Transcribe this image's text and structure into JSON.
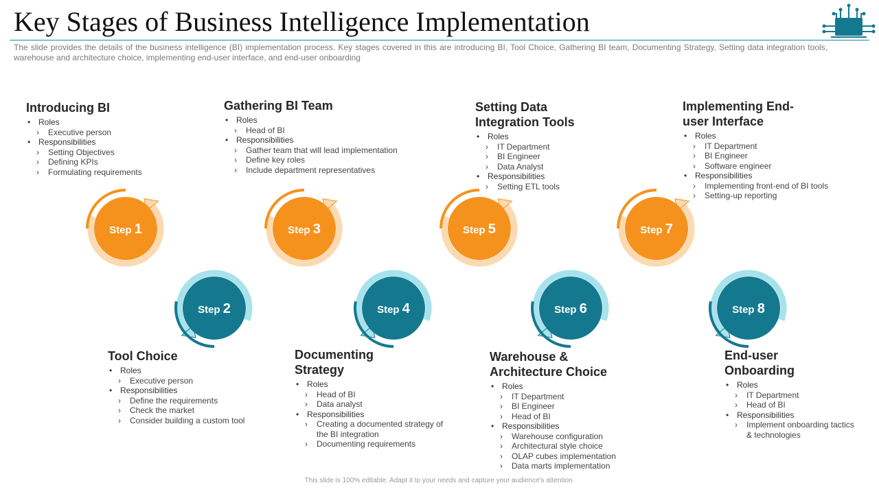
{
  "title": "Key Stages of Business Intelligence Implementation",
  "subtitle": "The slide provides the details of the business intelligence (BI) implementation process. Key stages covered in this are introducing BI, Tool Choice, Gathering BI team, Documenting Strategy, Setting data integration tools, warehouse and architecture choice, implementing end-user interface, and end-user onboarding",
  "footer": "This slide is 100% editable. Adapt it to your needs and capture your audience's attention.",
  "colors": {
    "orange": "#F5921E",
    "orange_light": "#FCD9B0",
    "teal": "#14798F",
    "teal_light": "#A8E2EC",
    "accent_rule": "#1A8AA8"
  },
  "step_word": "Step",
  "steps": [
    {
      "number": "1",
      "title": "Introducing BI",
      "color": "orange",
      "roles": [
        "Executive person"
      ],
      "responsibilities": [
        "Setting Objectives",
        "Defining KPIs",
        "Formulating requirements"
      ]
    },
    {
      "number": "2",
      "title": "Tool Choice",
      "color": "teal",
      "roles": [
        "Executive person"
      ],
      "responsibilities": [
        "Define the requirements",
        "Check the market",
        "Consider building a custom tool"
      ]
    },
    {
      "number": "3",
      "title": "Gathering BI Team",
      "color": "orange",
      "roles": [
        "Head of BI"
      ],
      "responsibilities": [
        "Gather team that will lead implementation",
        "Define key roles",
        "Include department representatives"
      ]
    },
    {
      "number": "4",
      "title": "Documenting Strategy",
      "color": "teal",
      "roles": [
        "Head of BI",
        "Data analyst"
      ],
      "responsibilities": [
        "Creating a documented strategy of the BI integration",
        "Documenting requirements"
      ]
    },
    {
      "number": "5",
      "title": "Setting Data Integration Tools",
      "color": "orange",
      "roles": [
        "IT Department",
        "BI Engineer",
        "Data Analyst"
      ],
      "responsibilities": [
        "Setting ETL tools"
      ]
    },
    {
      "number": "6",
      "title": "Warehouse & Architecture Choice",
      "color": "teal",
      "roles": [
        "IT Department",
        "BI Engineer",
        "Head of BI"
      ],
      "responsibilities": [
        "Warehouse configuration",
        "Architectural style choice",
        "OLAP cubes implementation",
        "Data marts implementation"
      ]
    },
    {
      "number": "7",
      "title": "Implementing End-user Interface",
      "color": "orange",
      "roles": [
        "IT Department",
        "BI Engineer",
        "Software engineer"
      ],
      "responsibilities": [
        "Implementing front-end of BI tools",
        "Setting-up reporting"
      ]
    },
    {
      "number": "8",
      "title": "End-user Onboarding",
      "color": "teal",
      "roles": [
        "IT Department",
        "Head of BI"
      ],
      "responsibilities": [
        "Implement onboarding tactics & technologies"
      ]
    }
  ],
  "labels": {
    "roles": "Roles",
    "responsibilities": "Responsibilities"
  }
}
